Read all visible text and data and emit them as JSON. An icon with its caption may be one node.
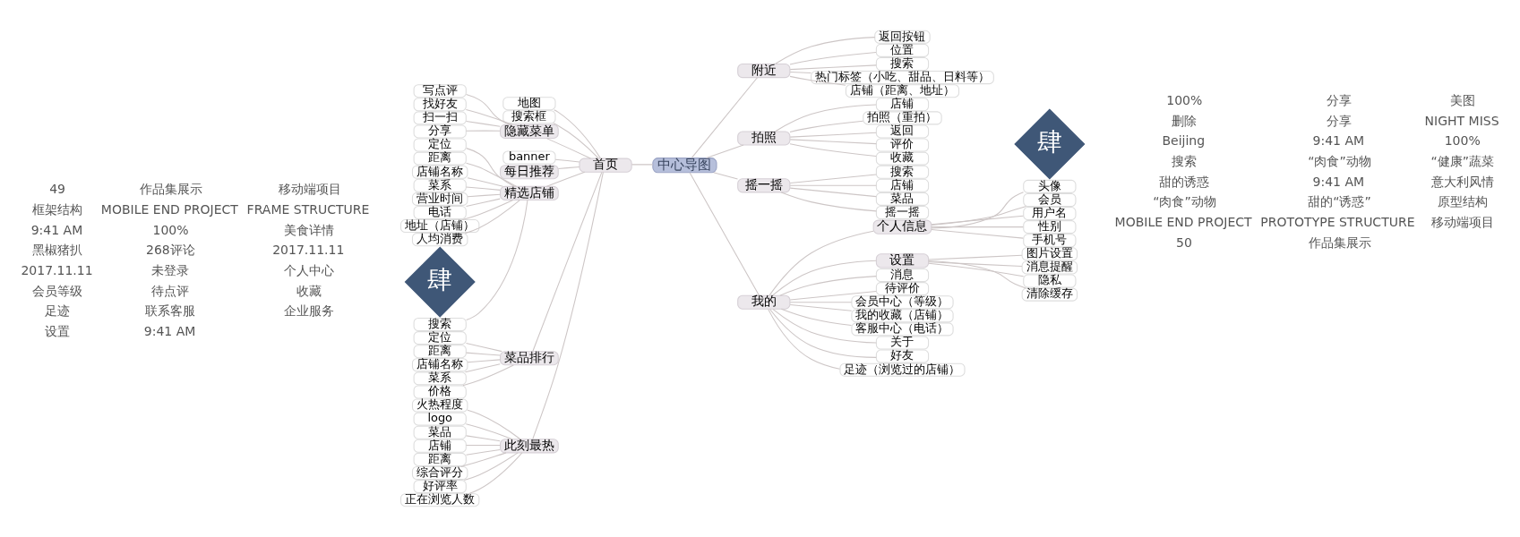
{
  "diagram": {
    "nodes": [
      {
        "text": [
          "中心导图"
        ]
      },
      {
        "text": [
          "首页"
        ]
      },
      {
        "text": [
          "地图"
        ]
      },
      {
        "text": [
          "搜索框"
        ]
      },
      {
        "text": [
          "隐藏菜单"
        ]
      },
      {
        "text": [
          "写点评"
        ]
      },
      {
        "text": [
          "找好友"
        ]
      },
      {
        "text": [
          "扫一扫"
        ]
      },
      {
        "text": [
          "分享"
        ]
      },
      {
        "text": [
          "banner"
        ]
      },
      {
        "text": [
          "每日推荐"
        ]
      },
      {
        "text": [
          "精选店铺"
        ]
      },
      {
        "text": [
          "定位"
        ]
      },
      {
        "text": [
          "距离"
        ]
      },
      {
        "text": [
          "店铺名称"
        ]
      },
      {
        "text": [
          "菜系"
        ]
      },
      {
        "text": [
          "营业时间"
        ]
      },
      {
        "text": [
          "电话"
        ]
      },
      {
        "text": [
          "地址（店铺）"
        ]
      },
      {
        "text": [
          "人均消费"
        ]
      },
      {
        "text": [
          "搜索"
        ]
      },
      {
        "text": [
          "菜品排行"
        ]
      },
      {
        "text": [
          "定位"
        ]
      },
      {
        "text": [
          "距离"
        ]
      },
      {
        "text": [
          "店铺名称"
        ]
      },
      {
        "text": [
          "菜系"
        ]
      },
      {
        "text": [
          "价格"
        ]
      },
      {
        "text": [
          "此刻最热"
        ]
      },
      {
        "text": [
          "火热程度"
        ]
      },
      {
        "text": [
          "logo"
        ]
      },
      {
        "text": [
          "菜品"
        ]
      },
      {
        "text": [
          "店铺"
        ]
      },
      {
        "text": [
          "距离"
        ]
      },
      {
        "text": [
          "综合评分"
        ]
      },
      {
        "text": [
          "好评率"
        ]
      },
      {
        "text": [
          "正在浏览人数"
        ]
      },
      {
        "text": [
          "附近"
        ]
      },
      {
        "text": [
          "返回按钮"
        ]
      },
      {
        "text": [
          "位置"
        ]
      },
      {
        "text": [
          "搜索"
        ]
      },
      {
        "text": [
          "热门标签（小吃、甜品、日料等）"
        ]
      },
      {
        "text": [
          "店铺（距离、地址）"
        ]
      },
      {
        "text": [
          "拍照"
        ]
      },
      {
        "text": [
          "店铺"
        ]
      },
      {
        "text": [
          "拍照（重拍）"
        ]
      },
      {
        "text": [
          "返回"
        ]
      },
      {
        "text": [
          "评价"
        ]
      },
      {
        "text": [
          "收藏"
        ]
      },
      {
        "text": [
          "摇一摇"
        ]
      },
      {
        "text": [
          "搜索"
        ]
      },
      {
        "text": [
          "店铺"
        ]
      },
      {
        "text": [
          "菜品"
        ]
      },
      {
        "text": [
          "摇一摇"
        ]
      },
      {
        "text": [
          "我的"
        ]
      },
      {
        "text": [
          "个人信息"
        ]
      },
      {
        "text": [
          "头像"
        ]
      },
      {
        "text": [
          "会员"
        ]
      },
      {
        "text": [
          "用户名"
        ]
      },
      {
        "text": [
          "性别"
        ]
      },
      {
        "text": [
          "手机号"
        ]
      },
      {
        "text": [
          "设置"
        ]
      },
      {
        "text": [
          "图片设置"
        ]
      },
      {
        "text": [
          "消息提醒"
        ]
      },
      {
        "text": [
          "隐私"
        ]
      },
      {
        "text": [
          "清除缓存"
        ]
      },
      {
        "text": [
          "消息"
        ]
      },
      {
        "text": [
          "待评价"
        ]
      },
      {
        "text": [
          "会员中心（等级）"
        ]
      },
      {
        "text": [
          "我的收藏（店铺）"
        ]
      },
      {
        "text": [
          "客服中心（电话）"
        ]
      },
      {
        "text": [
          "关于"
        ]
      },
      {
        "text": [
          "好友"
        ]
      },
      {
        "text": [
          "足迹（浏览过的店铺）"
        ]
      },
      {
        "text": [
          "肆"
        ]
      },
      {
        "text": [
          "肆"
        ]
      }
    ],
    "edges": [
      {
        "from": 0,
        "to": 1,
        "arrow": "none"
      },
      {
        "from": 1,
        "to": 2,
        "arrow": "none"
      },
      {
        "from": 1,
        "to": 3,
        "arrow": "none"
      },
      {
        "from": 1,
        "to": 4,
        "arrow": "none"
      },
      {
        "from": 4,
        "to": 5,
        "arrow": "none"
      },
      {
        "from": 4,
        "to": 6,
        "arrow": "none"
      },
      {
        "from": 4,
        "to": 7,
        "arrow": "none"
      },
      {
        "from": 4,
        "to": 8,
        "arrow": "none"
      },
      {
        "from": 1,
        "to": 9,
        "arrow": "none"
      },
      {
        "from": 1,
        "to": 10,
        "arrow": "none"
      },
      {
        "from": 1,
        "to": 11,
        "arrow": "none"
      },
      {
        "from": 11,
        "to": 12,
        "arrow": "none"
      },
      {
        "from": 11,
        "to": 13,
        "arrow": "none"
      },
      {
        "from": 11,
        "to": 14,
        "arrow": "none"
      },
      {
        "from": 11,
        "to": 15,
        "arrow": "none"
      },
      {
        "from": 11,
        "to": 16,
        "arrow": "none"
      },
      {
        "from": 11,
        "to": 17,
        "arrow": "none"
      },
      {
        "from": 11,
        "to": 18,
        "arrow": "none"
      },
      {
        "from": 11,
        "to": 19,
        "arrow": "none"
      },
      {
        "from": 11,
        "to": 20,
        "arrow": "none"
      },
      {
        "from": 1,
        "to": 21,
        "arrow": "none"
      },
      {
        "from": 21,
        "to": 22,
        "arrow": "none"
      },
      {
        "from": 21,
        "to": 23,
        "arrow": "none"
      },
      {
        "from": 21,
        "to": 24,
        "arrow": "none"
      },
      {
        "from": 21,
        "to": 25,
        "arrow": "none"
      },
      {
        "from": 21,
        "to": 26,
        "arrow": "none"
      },
      {
        "from": 1,
        "to": 27,
        "arrow": "none"
      },
      {
        "from": 27,
        "to": 28,
        "arrow": "none"
      },
      {
        "from": 27,
        "to": 29,
        "arrow": "none"
      },
      {
        "from": 27,
        "to": 30,
        "arrow": "none"
      },
      {
        "from": 27,
        "to": 31,
        "arrow": "none"
      },
      {
        "from": 27,
        "to": 32,
        "arrow": "none"
      },
      {
        "from": 27,
        "to": 33,
        "arrow": "none"
      },
      {
        "from": 27,
        "to": 34,
        "arrow": "none"
      },
      {
        "from": 27,
        "to": 35,
        "arrow": "none"
      },
      {
        "from": 0,
        "to": 36,
        "arrow": "none"
      },
      {
        "from": 36,
        "to": 37,
        "arrow": "none"
      },
      {
        "from": 36,
        "to": 38,
        "arrow": "none"
      },
      {
        "from": 36,
        "to": 39,
        "arrow": "none"
      },
      {
        "from": 36,
        "to": 40,
        "arrow": "none"
      },
      {
        "from": 36,
        "to": 41,
        "arrow": "none"
      },
      {
        "from": 0,
        "to": 42,
        "arrow": "none"
      },
      {
        "from": 42,
        "to": 43,
        "arrow": "none"
      },
      {
        "from": 42,
        "to": 44,
        "arrow": "none"
      },
      {
        "from": 42,
        "to": 45,
        "arrow": "none"
      },
      {
        "from": 42,
        "to": 46,
        "arrow": "none"
      },
      {
        "from": 42,
        "to": 47,
        "arrow": "none"
      },
      {
        "from": 0,
        "to": 48,
        "arrow": "none"
      },
      {
        "from": 48,
        "to": 49,
        "arrow": "none"
      },
      {
        "from": 48,
        "to": 50,
        "arrow": "none"
      },
      {
        "from": 48,
        "to": 51,
        "arrow": "none"
      },
      {
        "from": 48,
        "to": 52,
        "arrow": "none"
      },
      {
        "from": 0,
        "to": 53,
        "arrow": "none"
      },
      {
        "from": 53,
        "to": 54,
        "arrow": "none"
      },
      {
        "from": 54,
        "to": 55,
        "arrow": "none"
      },
      {
        "from": 54,
        "to": 56,
        "arrow": "none"
      },
      {
        "from": 54,
        "to": 57,
        "arrow": "none"
      },
      {
        "from": 54,
        "to": 58,
        "arrow": "none"
      },
      {
        "from": 54,
        "to": 59,
        "arrow": "none"
      },
      {
        "from": 53,
        "to": 60,
        "arrow": "none"
      },
      {
        "from": 60,
        "to": 61,
        "arrow": "none"
      },
      {
        "from": 60,
        "to": 62,
        "arrow": "none"
      },
      {
        "from": 60,
        "to": 63,
        "arrow": "none"
      },
      {
        "from": 60,
        "to": 64,
        "arrow": "none"
      },
      {
        "from": 53,
        "to": 65,
        "arrow": "none"
      },
      {
        "from": 53,
        "to": 66,
        "arrow": "none"
      },
      {
        "from": 53,
        "to": 67,
        "arrow": "none"
      },
      {
        "from": 53,
        "to": 68,
        "arrow": "none"
      },
      {
        "from": 53,
        "to": 69,
        "arrow": "none"
      },
      {
        "from": 53,
        "to": 70,
        "arrow": "none"
      },
      {
        "from": 53,
        "to": 71,
        "arrow": "none"
      },
      {
        "from": 53,
        "to": 72,
        "arrow": "none"
      }
    ],
    "labels": [
      "49",
      "作品集展示",
      "移动端项目",
      "框架结构",
      "MOBILE END PROJECT",
      "FRAME STRUCTURE",
      "9:41 AM",
      "100%",
      "美食详情",
      "黑椒猪扒",
      "268评论",
      "2017.11.11",
      "2017.11.11",
      "未登录",
      "个人中心",
      "会员等级",
      "待点评",
      "收藏",
      "足迹",
      "联系客服",
      "企业服务",
      "设置",
      "9:41 AM",
      "100%",
      "分享",
      "美图",
      "删除",
      "分享",
      "NIGHT MISS",
      "Beijing",
      "9:41 AM",
      "100%",
      "搜索",
      "“肉食”动物",
      "“健康”蔬菜",
      "甜的诱惑",
      "9:41 AM",
      "意大利风情",
      "“肉食”动物",
      "甜的“诱惑”",
      "原型结构",
      "MOBILE END PROJECT",
      "PROTOTYPE STRUCTURE",
      "移动端项目",
      "50",
      "作品集展示"
    ]
  }
}
